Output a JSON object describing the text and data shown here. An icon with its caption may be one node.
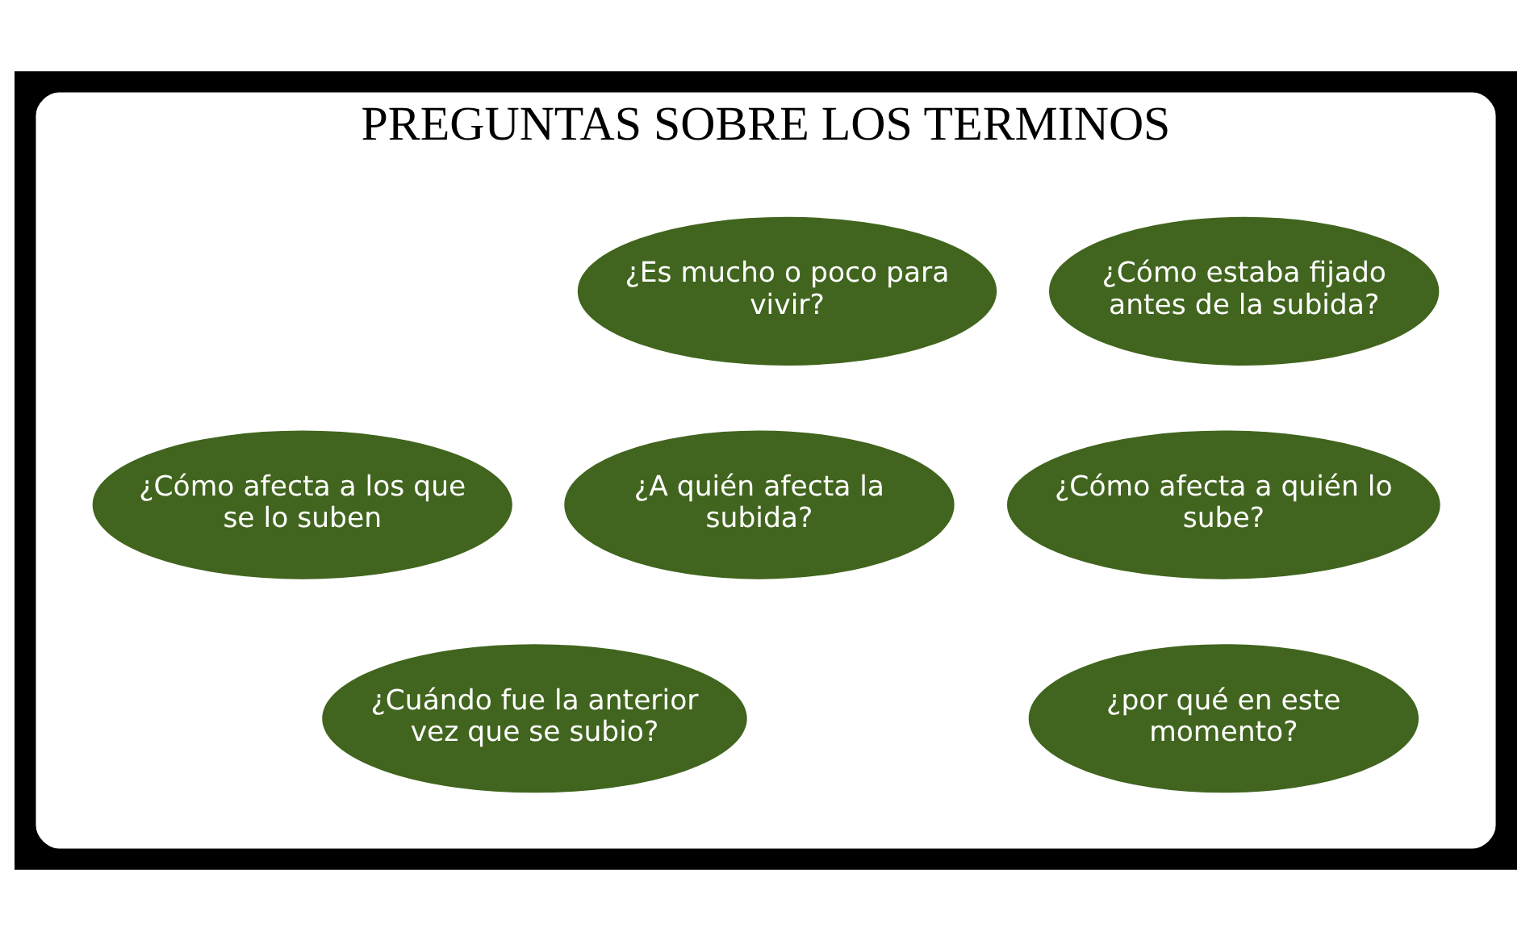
{
  "diagram": {
    "nodes": [
      {
        "text": [
          "PREGUNTAS SOBRE LOS TERMINOS"
        ]
      },
      {
        "text": [
          "¿Cómo estaba fijado antes de la subida?"
        ],
        "in": 0
      },
      {
        "text": [
          "¿Es mucho o poco para vivir?"
        ],
        "in": 0
      },
      {
        "text": [
          "¿A quién afecta la subida?"
        ],
        "in": 0
      },
      {
        "text": [
          "¿Cómo afecta a quién lo sube?"
        ],
        "in": 0
      },
      {
        "text": [
          "¿Cómo afecta a los que se lo suben"
        ],
        "in": 0
      },
      {
        "text": [
          "¿Cuándo fue la anterior vez que se subio?"
        ],
        "in": 0
      },
      {
        "text": [
          "¿por qué en este momento?"
        ],
        "in": 0
      }
    ],
    "edges": []
  }
}
